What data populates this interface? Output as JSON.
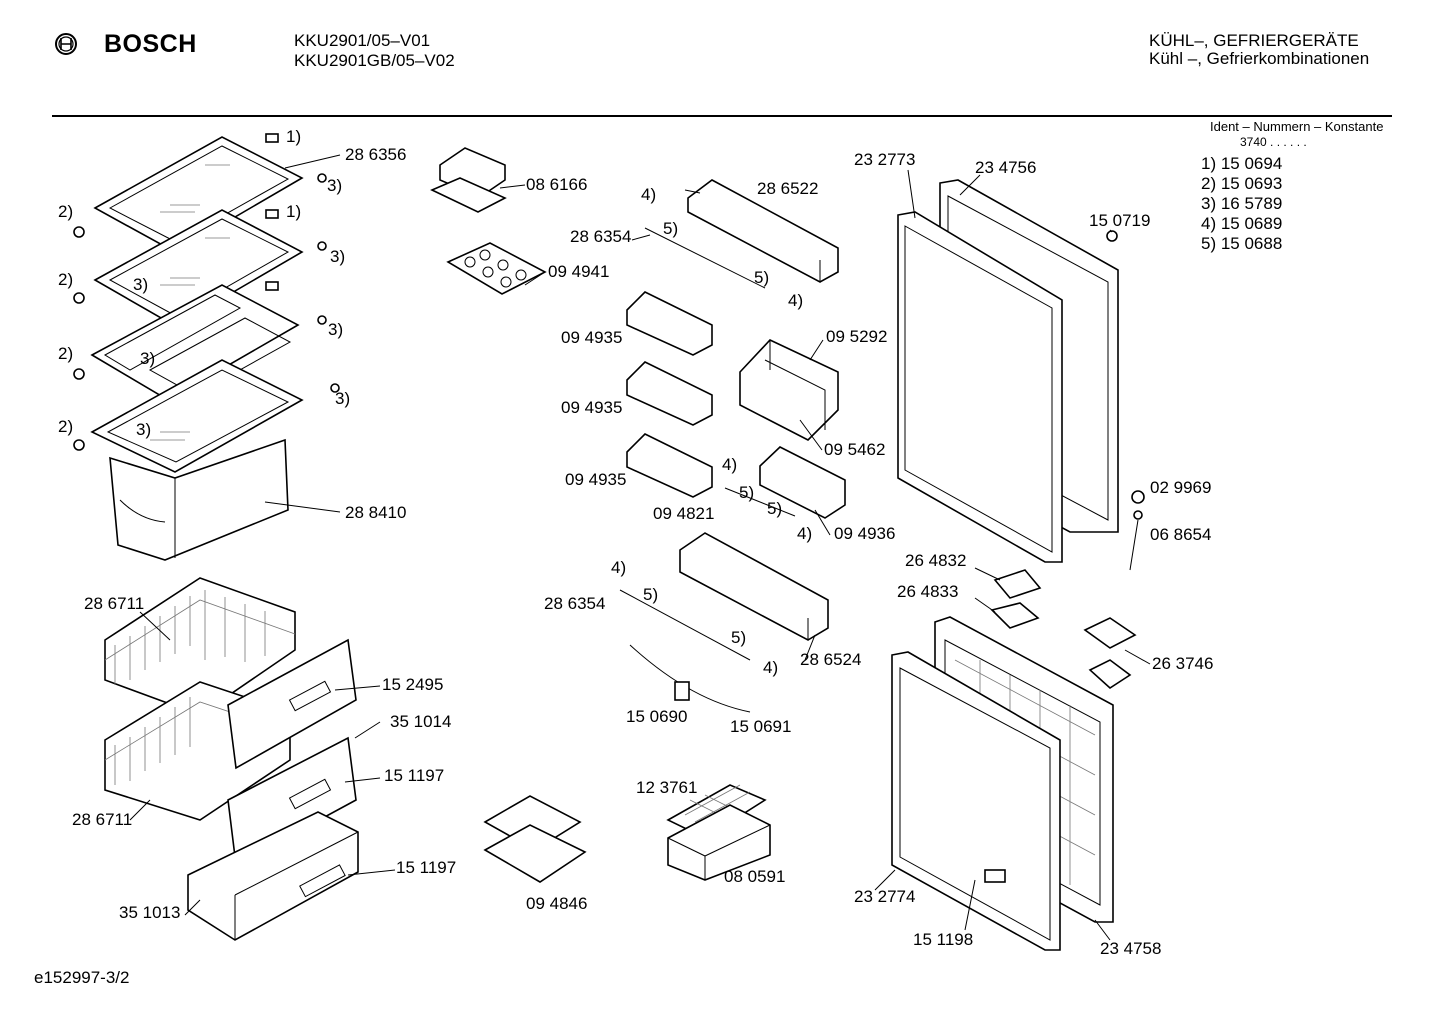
{
  "header": {
    "brand": "BOSCH",
    "models": [
      "KKU2901/05–V01",
      "KKU2901GB/05–V02"
    ],
    "category_upper": "KÜHL–, GEFRIERGERÄTE",
    "category": "Kühl –, Gefrierkombinationen"
  },
  "legend": {
    "title": "Ident – Nummern – Konstante",
    "constant": "3740 .  .   .  .  .  .",
    "items": [
      "1)  15 0694",
      "2)  15 0693",
      "3)  16 5789",
      "4)  15 0689",
      "5)  15 0688"
    ]
  },
  "labels": [
    "1)",
    "28 6356",
    "3)",
    "2)",
    "1)",
    "3)",
    "2)",
    "3)",
    "3)",
    "2)",
    "3)",
    "3)",
    "2)",
    "3)",
    "28 8410",
    "28 6711",
    "15 2495",
    "35 1014",
    "15 1197",
    "28 6711",
    "15 1197",
    "35 1013",
    "08 6166",
    "09 4941",
    "4)",
    "5)",
    "28 6522",
    "28 6354",
    "5)",
    "4)",
    "09 4935",
    "09 5292",
    "09 4935",
    "09 5462",
    "09 4935",
    "4)",
    "5)",
    "09 4821",
    "5)",
    "4)",
    "09 4936",
    "4)",
    "5)",
    "28 6354",
    "5)",
    "4)",
    "28 6524",
    "15 0690",
    "15 0691",
    "12 3761",
    "08 0591",
    "09 4846",
    "23 2773",
    "23 4756",
    "15 0719",
    "02 9969",
    "06 8654",
    "26 4832",
    "26 4833",
    "26 3746",
    "23 2774",
    "15 1198",
    "23 4758"
  ],
  "footer": "e152997-3/2"
}
